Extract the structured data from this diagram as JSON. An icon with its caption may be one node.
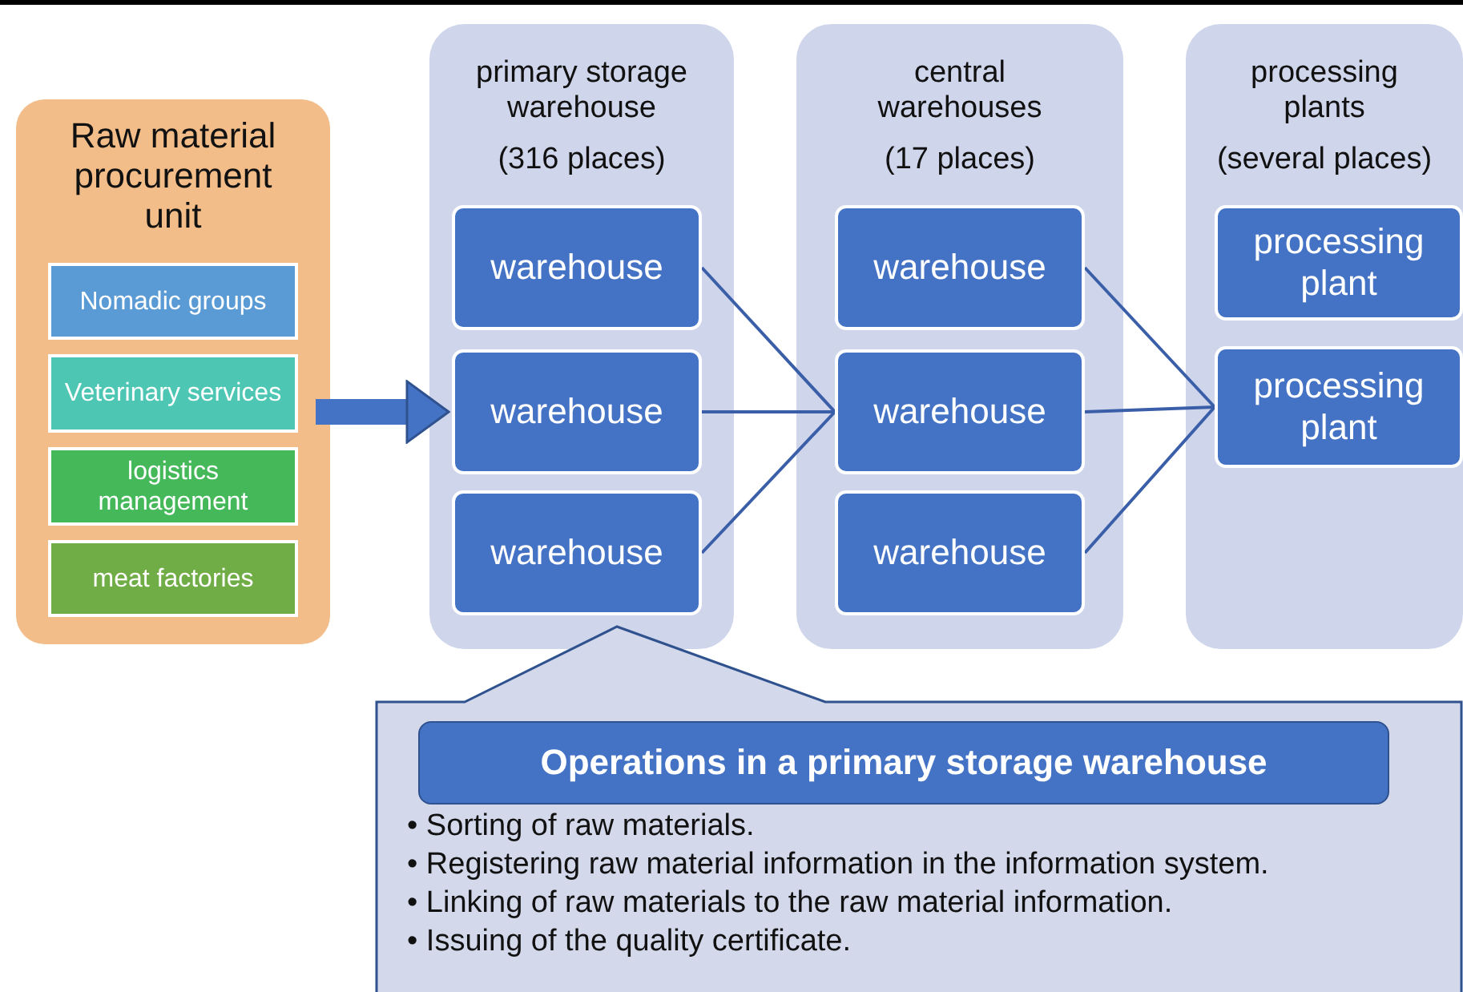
{
  "diagram": {
    "nodes": [
      {
        "text": [
          "Raw material procurement unit"
        ]
      },
      {
        "text": [
          "Nomadic groups"
        ],
        "in": 0
      },
      {
        "text": [
          "Veterinary services"
        ],
        "in": 0
      },
      {
        "text": [
          "logistics management"
        ],
        "in": 0
      },
      {
        "text": [
          "meat factories"
        ],
        "in": 0
      },
      {
        "text": [
          "primary storage warehouse",
          "(316 places)"
        ]
      },
      {
        "text": [
          "warehouse"
        ],
        "in": 5
      },
      {
        "text": [
          "warehouse"
        ],
        "in": 5
      },
      {
        "text": [
          "warehouse"
        ],
        "in": 5
      },
      {
        "text": [
          "central warehouses",
          "(17 places)"
        ]
      },
      {
        "text": [
          "warehouse"
        ],
        "in": 9
      },
      {
        "text": [
          "warehouse"
        ],
        "in": 9
      },
      {
        "text": [
          "warehouse"
        ],
        "in": 9
      },
      {
        "text": [
          "processing plants",
          "(several places)"
        ]
      },
      {
        "text": [
          "processing plant"
        ],
        "in": 13
      },
      {
        "text": [
          "processing plant"
        ],
        "in": 13
      },
      {
        "text": [
          "• Sorting of raw materials.",
          "• Registering raw material information in the information system.",
          "• Linking of raw materials to the raw material information.",
          "• Issuing of the quality certificate."
        ]
      },
      {
        "text": [
          "Operations in a primary storage warehouse"
        ],
        "in": 16
      }
    ],
    "edges": [
      {
        "from": 0,
        "to": 5,
        "arrow": "to",
        "style": "thick"
      },
      {
        "from": 6,
        "to": 11,
        "arrow": "none"
      },
      {
        "from": 7,
        "to": 11,
        "arrow": "none"
      },
      {
        "from": 8,
        "to": 11,
        "arrow": "none"
      },
      {
        "from": 10,
        "to": 15,
        "arrow": "none"
      },
      {
        "from": 11,
        "to": 15,
        "arrow": "none"
      },
      {
        "from": 12,
        "to": 15,
        "arrow": "none"
      }
    ]
  }
}
